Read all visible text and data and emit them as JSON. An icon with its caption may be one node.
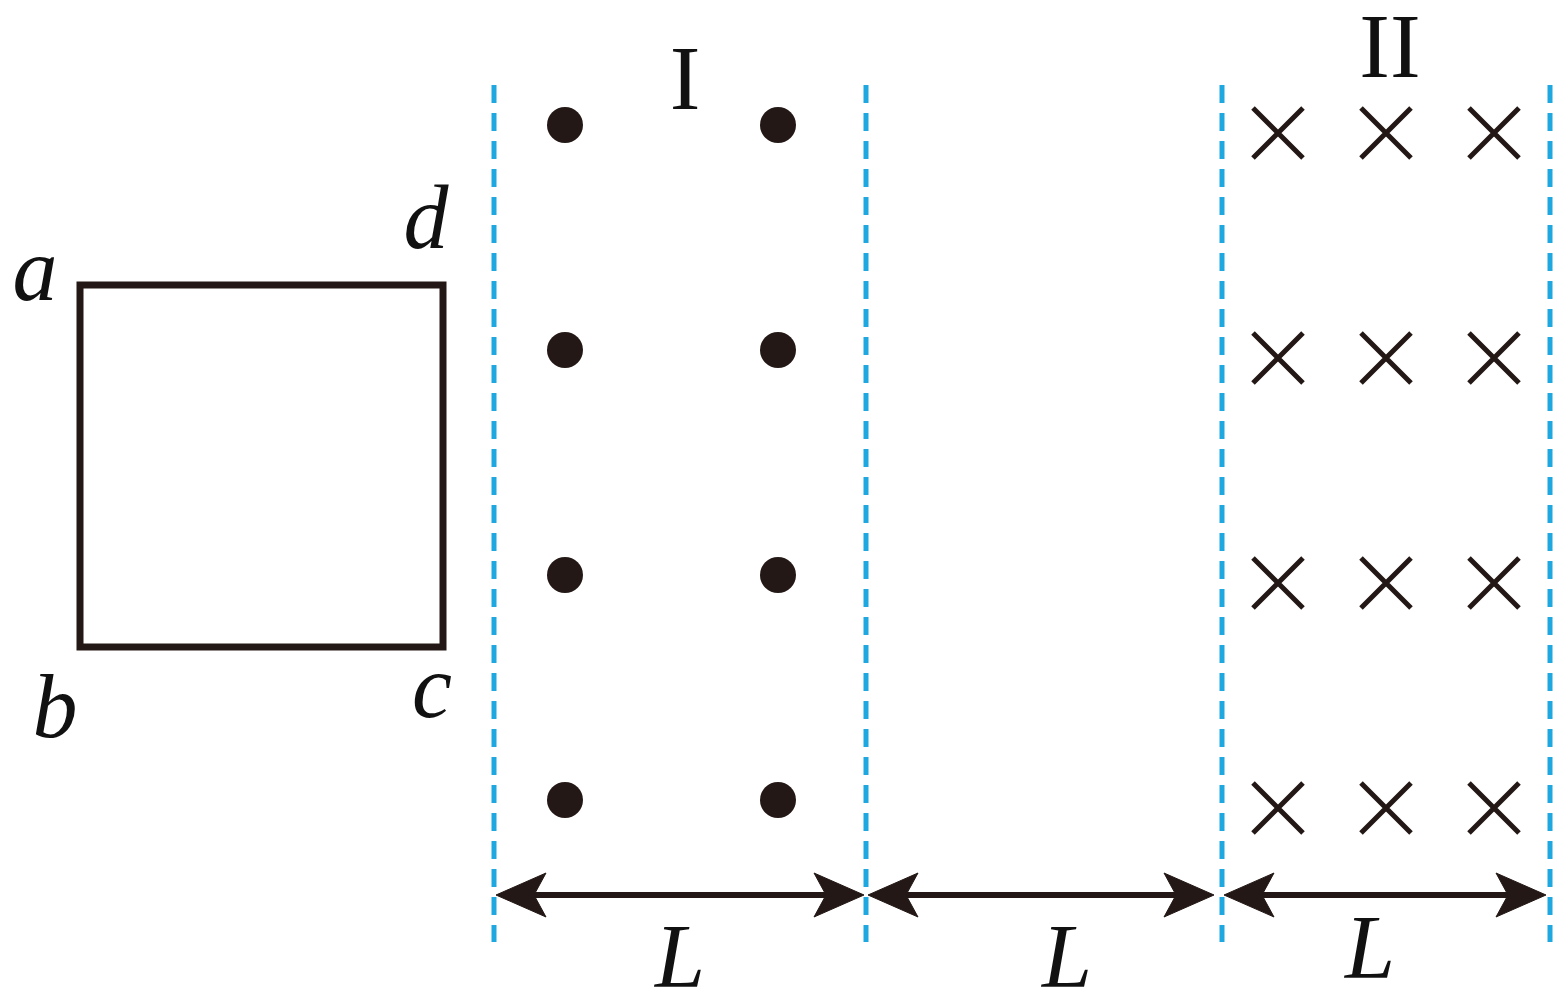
{
  "diagram": {
    "nodes": [
      {
        "text": [],
        "shape": "box"
      }
    ],
    "labels": [
      "II",
      "I",
      "d",
      "a",
      "c",
      "b",
      "L",
      "L",
      "L"
    ]
  }
}
